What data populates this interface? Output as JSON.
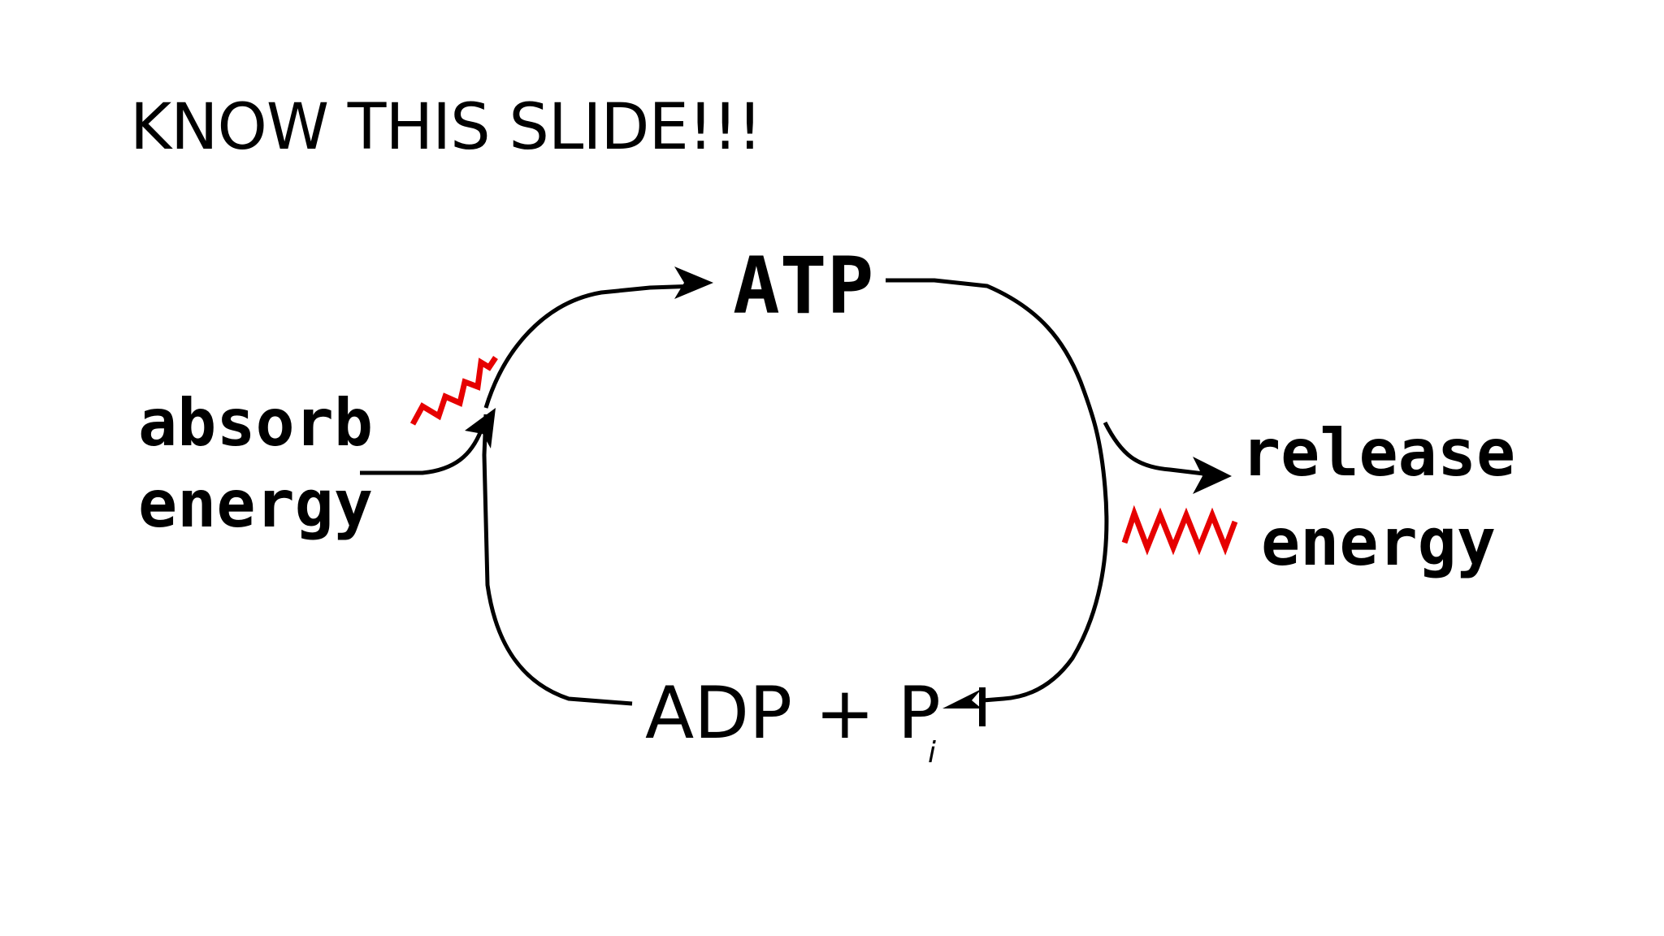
{
  "slide": {
    "title": "KNOW THIS SLIDE!!!"
  },
  "diagram": {
    "top_node": "ATP",
    "bottom_node_main": "ADP + P",
    "bottom_node_subscript": "i",
    "left_label_line1": "absorb",
    "left_label_line2": "energy",
    "right_label_line1": "release",
    "right_label_line2": "energy"
  },
  "colors": {
    "text": "#000000",
    "energy_squiggle": "#e60000",
    "background": "#ffffff"
  }
}
